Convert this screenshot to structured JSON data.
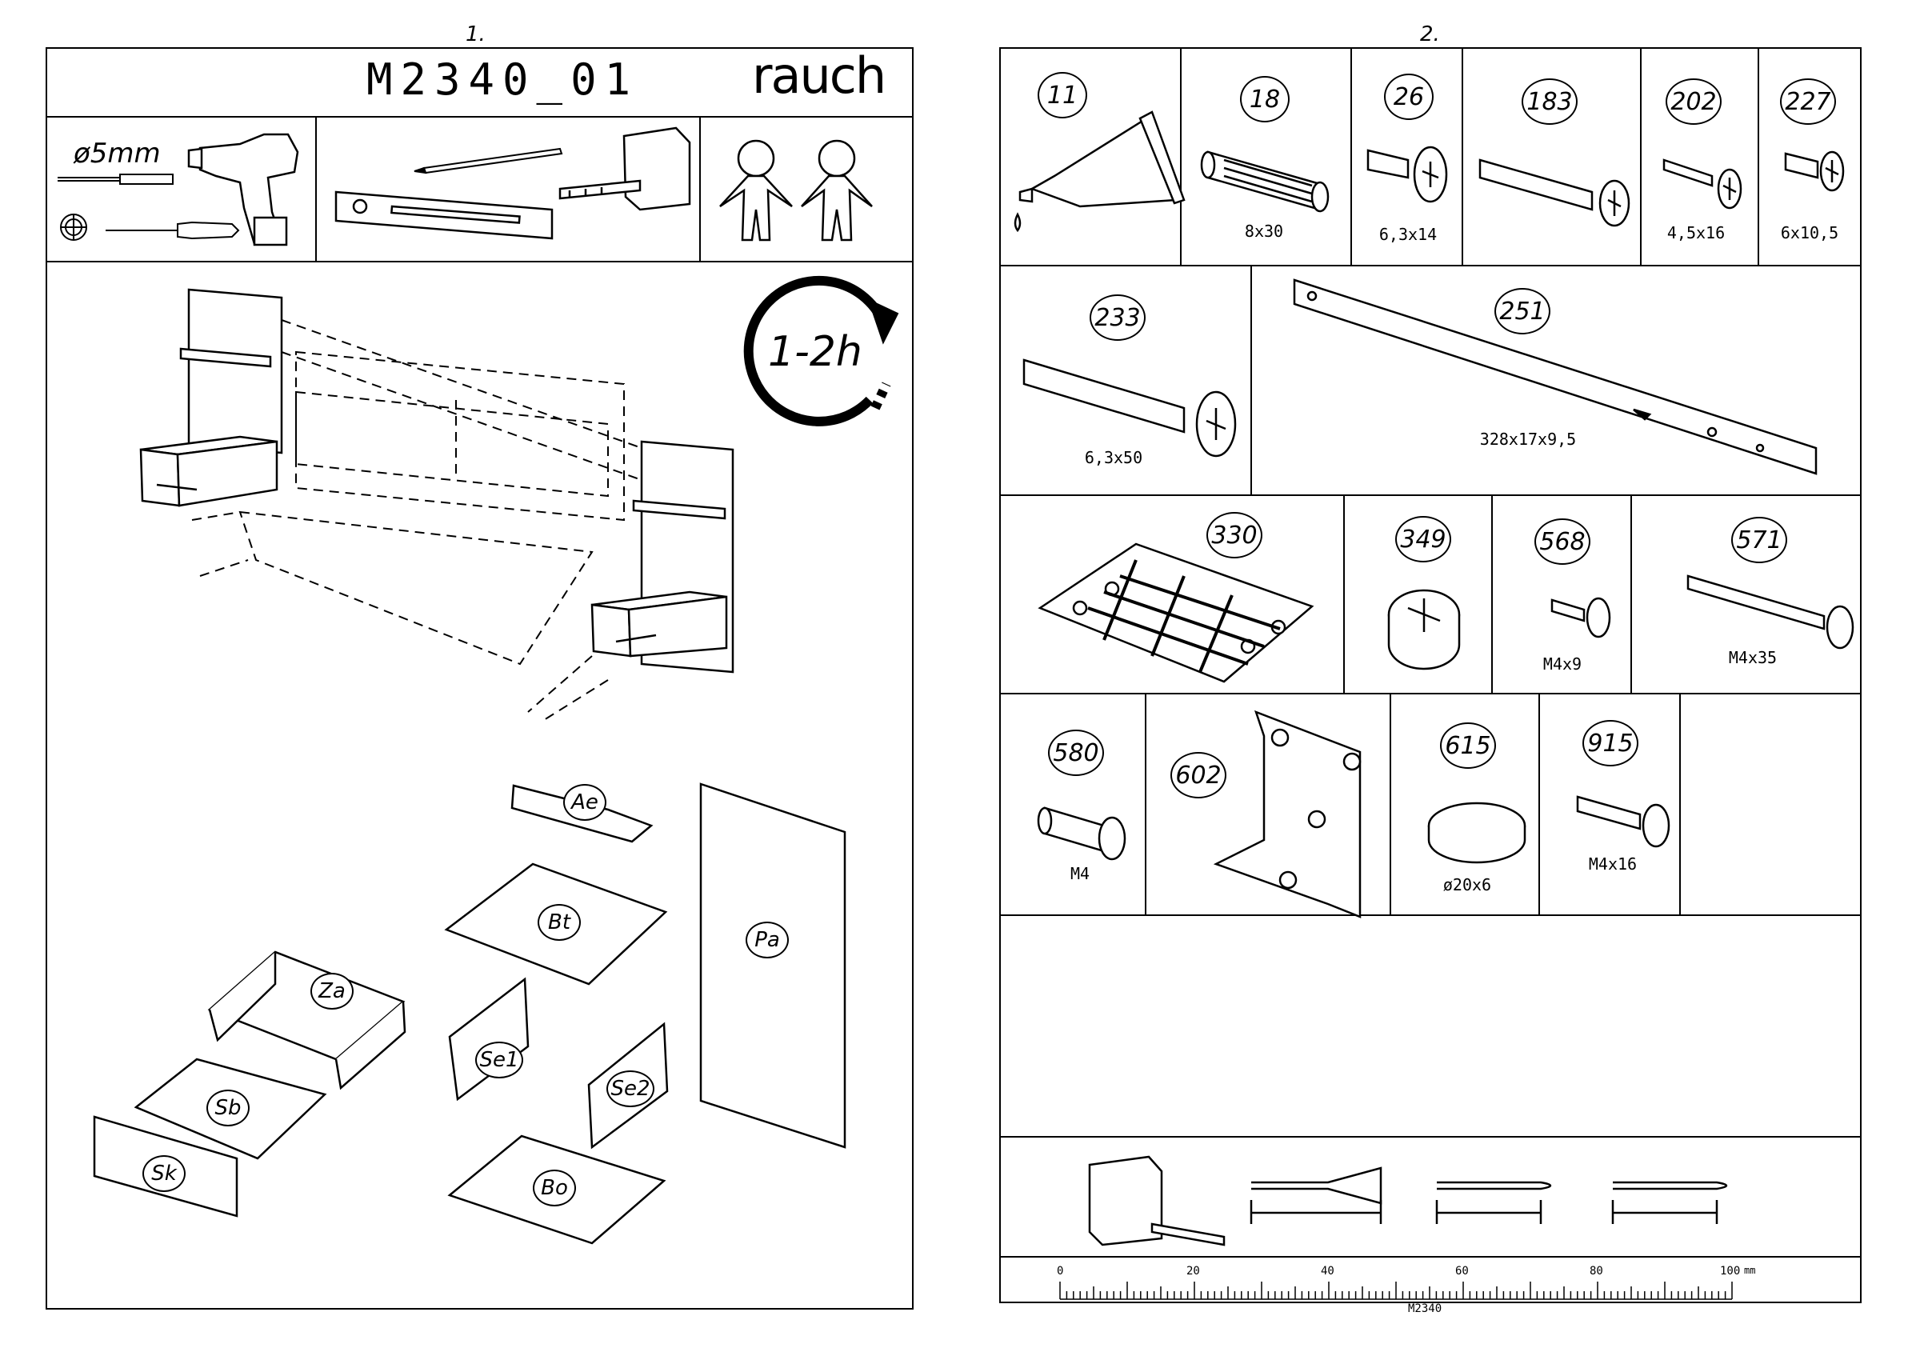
{
  "page1": {
    "page_number": "1.",
    "title": "M2340_01",
    "brand": "rauch",
    "drill_size": "ø5mm",
    "duration": "1-2h",
    "parts": [
      {
        "id": "Ae"
      },
      {
        "id": "Bt"
      },
      {
        "id": "Pa"
      },
      {
        "id": "Za"
      },
      {
        "id": "Se1"
      },
      {
        "id": "Se2"
      },
      {
        "id": "Sb"
      },
      {
        "id": "Sk"
      },
      {
        "id": "Bo"
      }
    ]
  },
  "page2": {
    "page_number": "2.",
    "hardware": [
      {
        "code": "11",
        "size": ""
      },
      {
        "code": "18",
        "size": "8x30"
      },
      {
        "code": "26",
        "size": "6,3x14"
      },
      {
        "code": "183",
        "size": ""
      },
      {
        "code": "202",
        "size": "4,5x16"
      },
      {
        "code": "227",
        "size": "6x10,5"
      },
      {
        "code": "233",
        "size": "6,3x50"
      },
      {
        "code": "251",
        "size": "328x17x9,5"
      },
      {
        "code": "330",
        "size": ""
      },
      {
        "code": "349",
        "size": ""
      },
      {
        "code": "568",
        "size": "M4x9"
      },
      {
        "code": "571",
        "size": "M4x35"
      },
      {
        "code": "580",
        "size": "M4"
      },
      {
        "code": "602",
        "size": ""
      },
      {
        "code": "615",
        "size": "ø20x6"
      },
      {
        "code": "915",
        "size": "M4x16"
      }
    ],
    "ruler": {
      "labels": [
        "0",
        "20",
        "40",
        "60",
        "80",
        "100"
      ],
      "unit": "mm",
      "code": "M2340"
    }
  }
}
